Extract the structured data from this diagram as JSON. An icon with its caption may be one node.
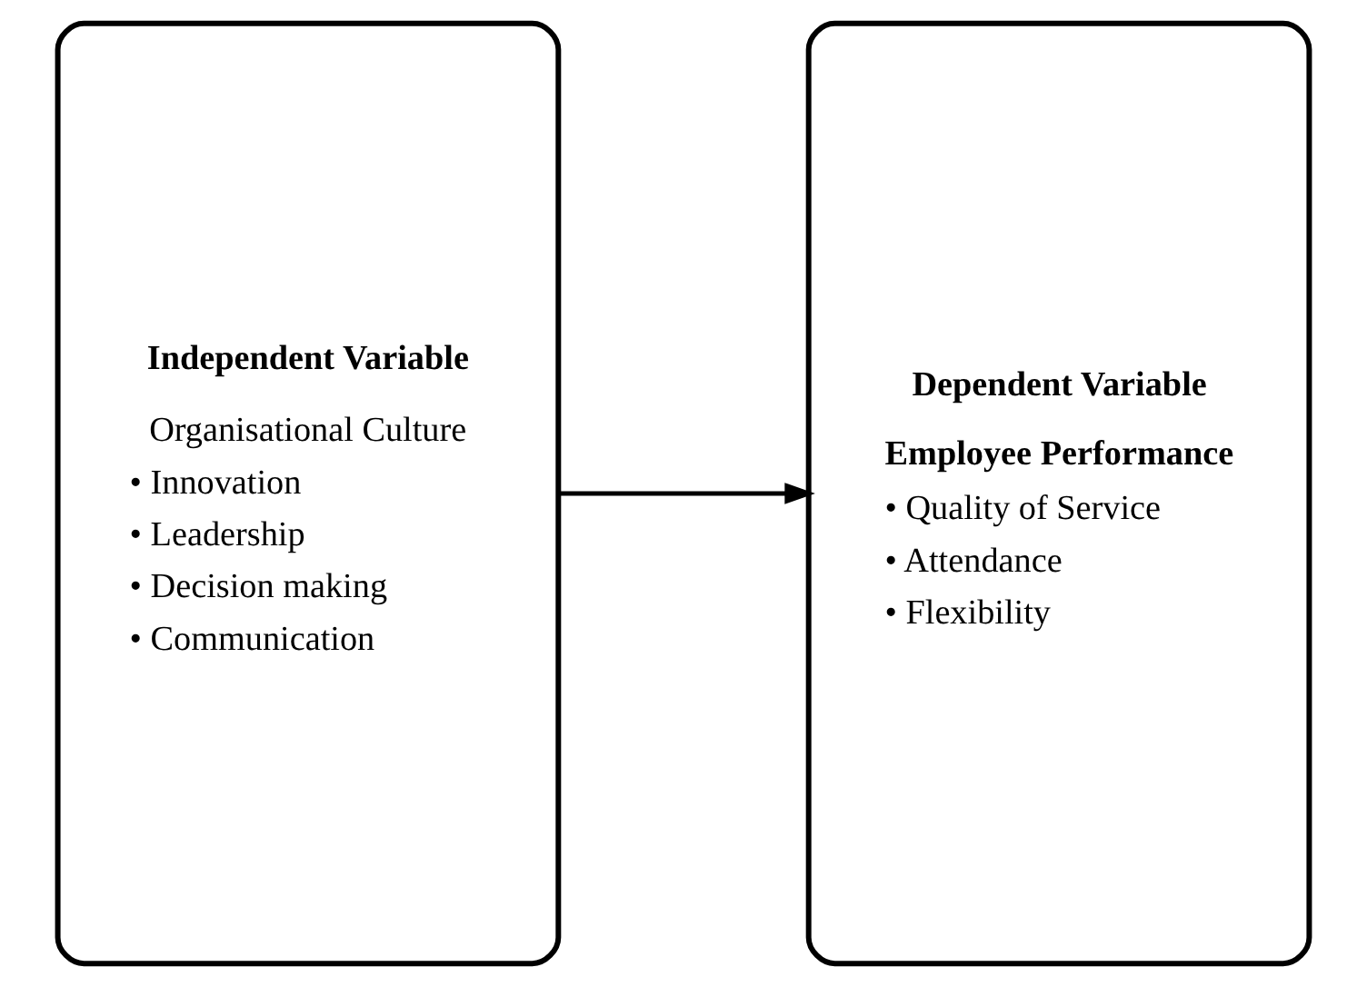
{
  "diagram": {
    "nodes": [
      {
        "text": [
          "Independent Variable",
          "Organisational Culture",
          "• Innovation",
          "• Leadership",
          "• Decision making",
          "• Communication"
        ]
      },
      {
        "text": [
          "Dependent Variable",
          "Employee Performance",
          "• Quality of Service",
          "• Attendance",
          "• Flexibility"
        ]
      }
    ],
    "edges": [
      {
        "from": 0,
        "to": 1,
        "arrow": "to"
      }
    ]
  }
}
